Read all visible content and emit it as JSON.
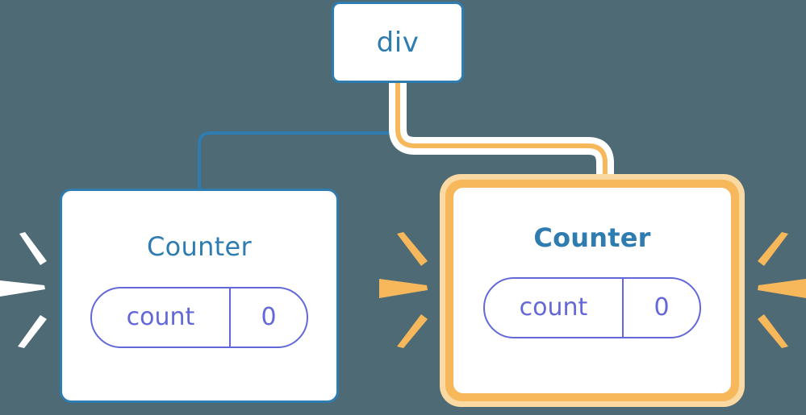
{
  "diagram": {
    "title": "React component tree re-render highlight",
    "background_color": "#4d6a75"
  },
  "colors": {
    "background": "#4d6a75",
    "node_border_blue": "#2f7cb0",
    "title_blue": "#2f7cb0",
    "pill_purple": "#6368d8",
    "highlight_orange": "#f7b85c",
    "highlight_orange_halo": "#fbd9a3",
    "connector_blue": "#2f7cb0",
    "connector_orange": "#f7b85c",
    "connector_halo_white": "#ffffff",
    "node_fill": "#ffffff",
    "spark_white": "#ffffff",
    "spark_orange": "#f7b85c"
  },
  "nodes": {
    "root": {
      "label": "div",
      "highlighted": false
    },
    "counter_left": {
      "label": "Counter",
      "highlighted": false,
      "state": {
        "name": "count",
        "value": "0"
      }
    },
    "counter_right": {
      "label": "Counter",
      "highlighted": true,
      "state": {
        "name": "count",
        "value": "0"
      }
    }
  },
  "connectors": [
    {
      "name": "div-to-counter-left",
      "from": "div",
      "to": "counter-left",
      "color": "#2f7cb0",
      "highlighted": false
    },
    {
      "name": "div-to-counter-right",
      "from": "div",
      "to": "counter-right",
      "color": "#f7b85c",
      "highlighted": true
    }
  ],
  "sparkles": {
    "left_group_color": "#ffffff",
    "middle_group_color": "#f7b85c",
    "right_group_color": "#f7b85c",
    "rays_per_group": 3
  }
}
